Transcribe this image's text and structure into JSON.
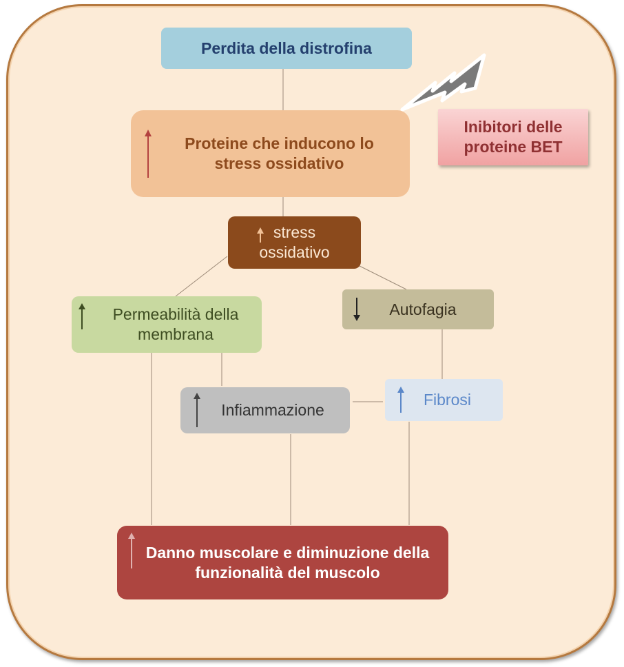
{
  "nodes": {
    "top": "Perdita della distrofina",
    "proteins": "Proteine che inducono lo stress ossidativo",
    "bet": "Inibitori delle proteine BET",
    "stress": "stress ossidativo",
    "permeability": "Permeabilità della membrana",
    "autophagy": "Autofagia",
    "inflammation": "Infiammazione",
    "fibrosis": "Fibrosi",
    "damage": "Danno muscolare e diminuzione della funzionalità del muscolo"
  },
  "colors": {
    "top": "#a4cfdd",
    "proteins": "#f2c297",
    "bet": "#f2a9a9",
    "stress": "#8b4a1c",
    "permeability": "#c8d9a0",
    "autophagy": "#c4bc9a",
    "inflammation": "#bfbfbf",
    "fibrosis": "#dde6f0",
    "damage": "#ad4540"
  }
}
